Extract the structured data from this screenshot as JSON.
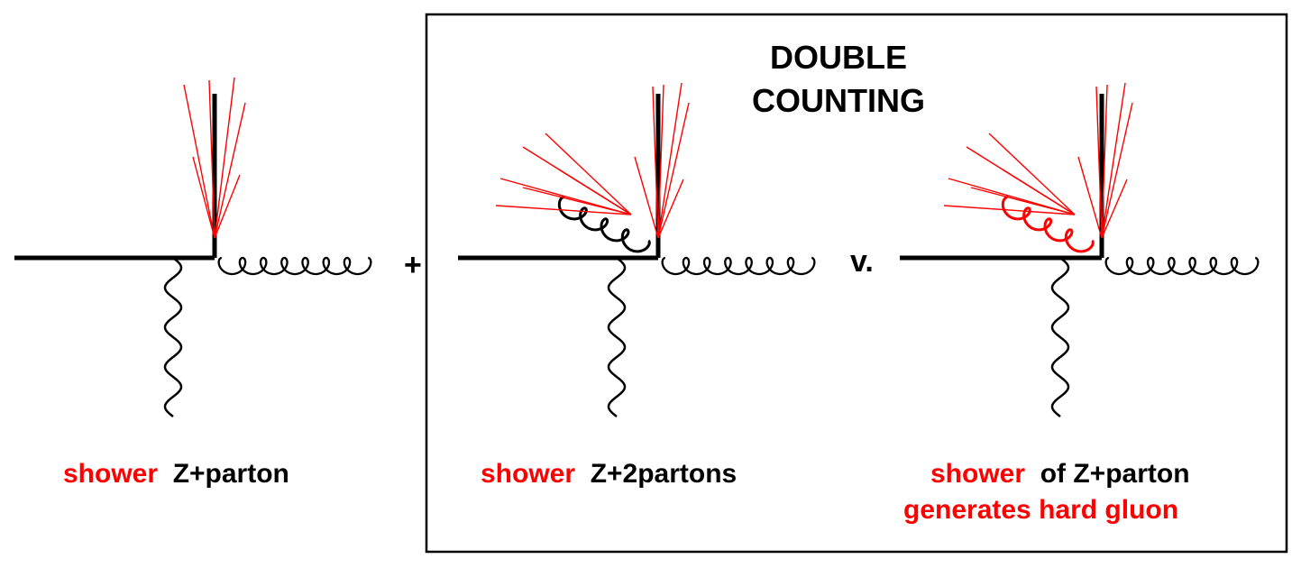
{
  "colors": {
    "shower": "#ff0000",
    "lines": "#000000",
    "background": "#ffffff"
  },
  "box": {
    "title_line1": "DOUBLE",
    "title_line2": "COUNTING"
  },
  "operators": {
    "plus": "+",
    "versus": "v."
  },
  "diagrams": [
    {
      "label_red": "shower",
      "label_black": "Z+parton",
      "label_red_line2": ""
    },
    {
      "label_red": "shower",
      "label_black": "Z+2partons",
      "label_red_line2": ""
    },
    {
      "label_red": "shower",
      "label_black": "of Z+parton",
      "label_red_line2": "generates hard gluon"
    }
  ]
}
